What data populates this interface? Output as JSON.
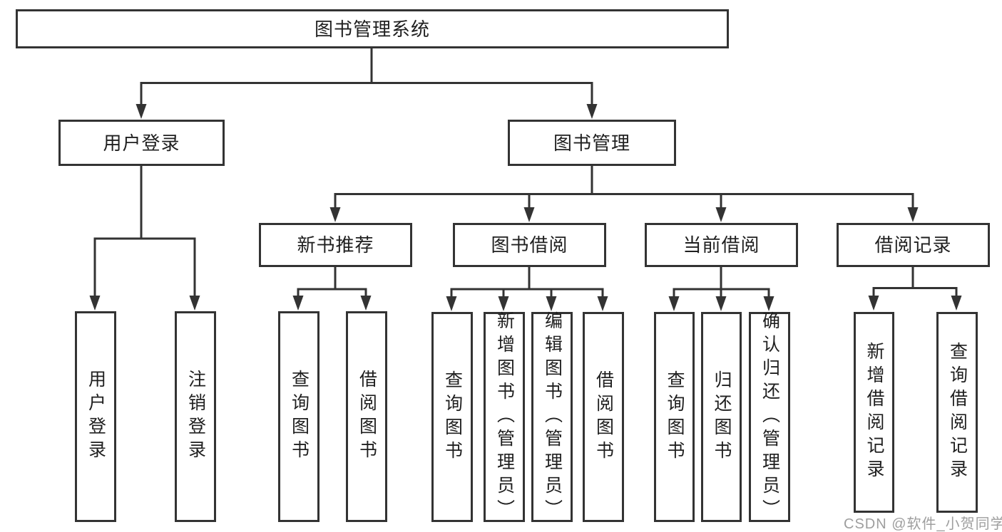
{
  "tree": {
    "root": "图书管理系统",
    "branches": [
      {
        "label": "用户登录",
        "children": [
          "用户登录",
          "注销登录"
        ]
      },
      {
        "label": "图书管理",
        "sections": [
          {
            "label": "新书推荐",
            "children": [
              "查询图书",
              "借阅图书"
            ]
          },
          {
            "label": "图书借阅",
            "children": [
              "查询图书",
              "新增图书（管理员）",
              "编辑图书（管理员）",
              "借阅图书"
            ]
          },
          {
            "label": "当前借阅",
            "children": [
              "查询图书",
              "归还图书",
              "确认归还（管理员）"
            ]
          },
          {
            "label": "借阅记录",
            "children": [
              "新增借阅记录",
              "查询借阅记录"
            ]
          }
        ]
      }
    ]
  },
  "watermark": "CSDN @软件_小贺同学",
  "colors": {
    "line": "#333333",
    "text": "#1f1f1f",
    "watermark": "#9e9e9e",
    "background": "#ffffff"
  }
}
